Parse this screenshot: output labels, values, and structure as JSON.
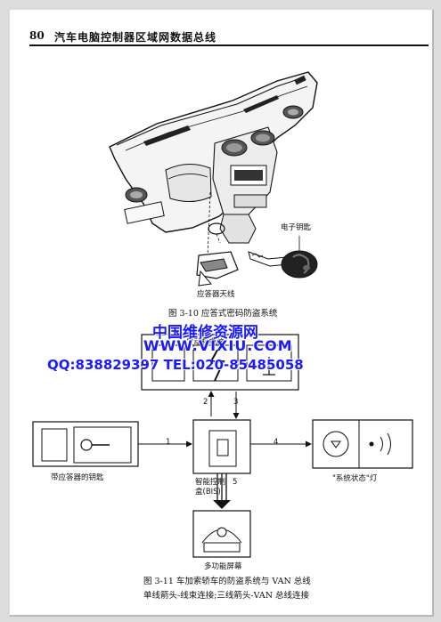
{
  "header": {
    "page_number": "80",
    "title": "汽车电脑控制器区域网数据总线"
  },
  "fig_3_10": {
    "caption": "图 3-10  应答式密码防盗系统",
    "label_transponder_antenna": "应答器天线",
    "label_electronic_key": "电子钥匙"
  },
  "watermark": {
    "line1": "中国维修资源网",
    "line2": "WWW.VIXIU.COM",
    "line3": "QQ:838829397  TEL:020-85485058"
  },
  "fig_3_11": {
    "top_box_label": "发动机电脑",
    "key_box_label": "带应答器的钥匙",
    "bis_label_line1": "智能控制",
    "bis_label_line2": "盒(BIS)",
    "lamp_label": "\"系统状态\"灯",
    "screen_label": "多功能屏幕",
    "arrow_numbers": [
      "1",
      "2",
      "3",
      "4",
      "5"
    ],
    "caption_line1": "图 3-11    车加索轿车的防盗系统与 VAN 总线",
    "caption_line2": "单线箭头-线束连接;三线箭头-VAN 总线连接"
  }
}
